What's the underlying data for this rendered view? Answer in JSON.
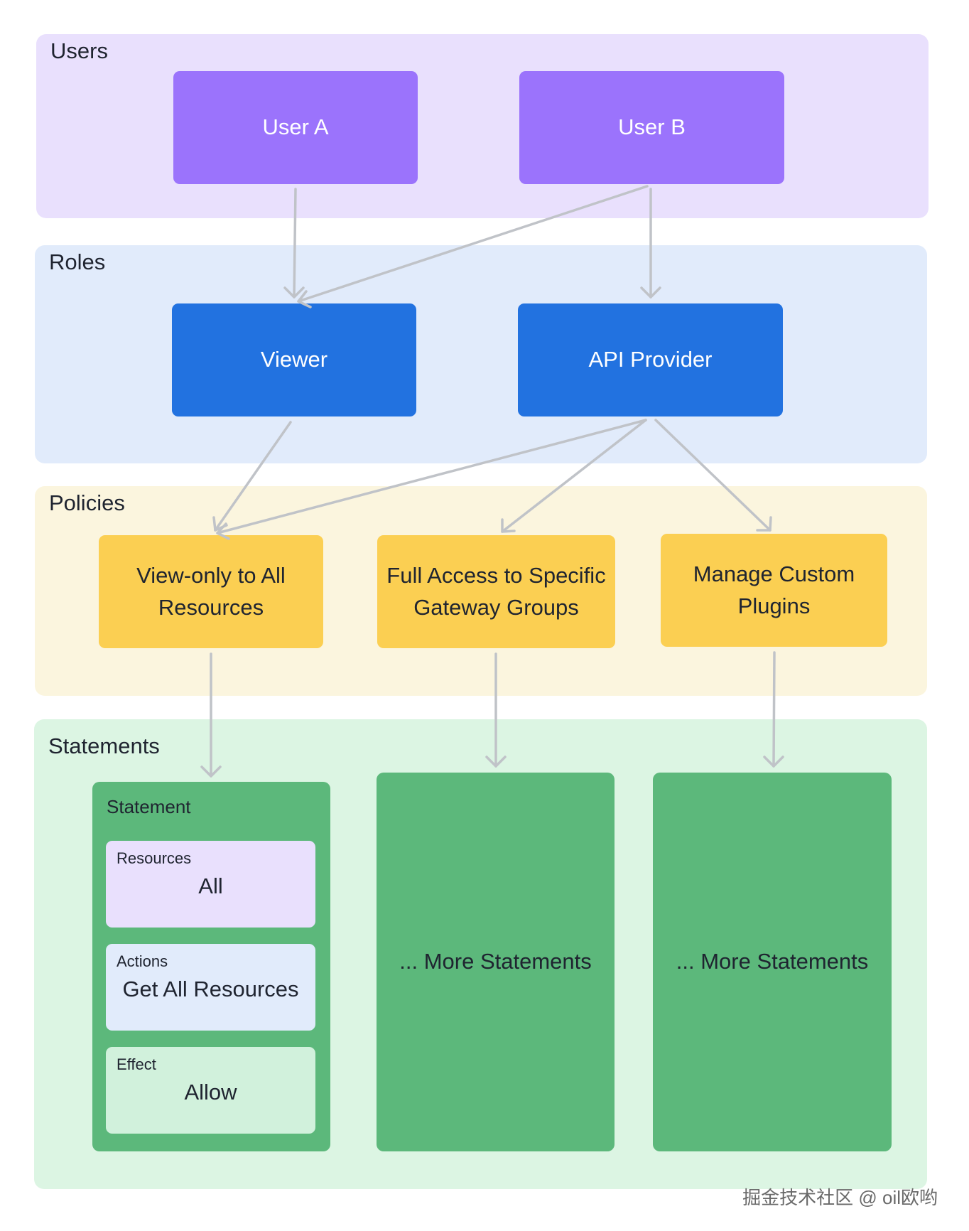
{
  "layers": {
    "users": {
      "title": "Users"
    },
    "roles": {
      "title": "Roles"
    },
    "policies": {
      "title": "Policies"
    },
    "statements": {
      "title": "Statements"
    }
  },
  "users": [
    {
      "label": "User A"
    },
    {
      "label": "User B"
    }
  ],
  "roles": [
    {
      "label": "Viewer"
    },
    {
      "label": "API Provider"
    }
  ],
  "policies": [
    {
      "label": "View-only to All\nResources"
    },
    {
      "label": "Full Access to Specific\nGateway Groups"
    },
    {
      "label": "Manage Custom\nPlugins"
    }
  ],
  "statement_detail": {
    "title": "Statement",
    "resources": {
      "label": "Resources",
      "value": "All"
    },
    "actions": {
      "label": "Actions",
      "value": "Get All Resources"
    },
    "effect": {
      "label": "Effect",
      "value": "Allow"
    }
  },
  "more_statements": [
    {
      "label": "... More Statements"
    },
    {
      "label": "... More Statements"
    }
  ],
  "watermark": "掘金技术社区 @ oil欧哟",
  "colors": {
    "users_layer": "#e9e0fd",
    "roles_layer": "#e1ebfb",
    "policies_layer": "#fbf5de",
    "statements_layer": "#dcf5e3",
    "user_box": "#9b73fc",
    "role_box": "#2272e0",
    "policy_box": "#fbcf52",
    "statement_box": "#5cb87b",
    "resources_field": "#e9e0fd",
    "actions_field": "#e1ebfb",
    "effect_field": "#d1f1dc",
    "arrow": "#c0c3c8"
  }
}
